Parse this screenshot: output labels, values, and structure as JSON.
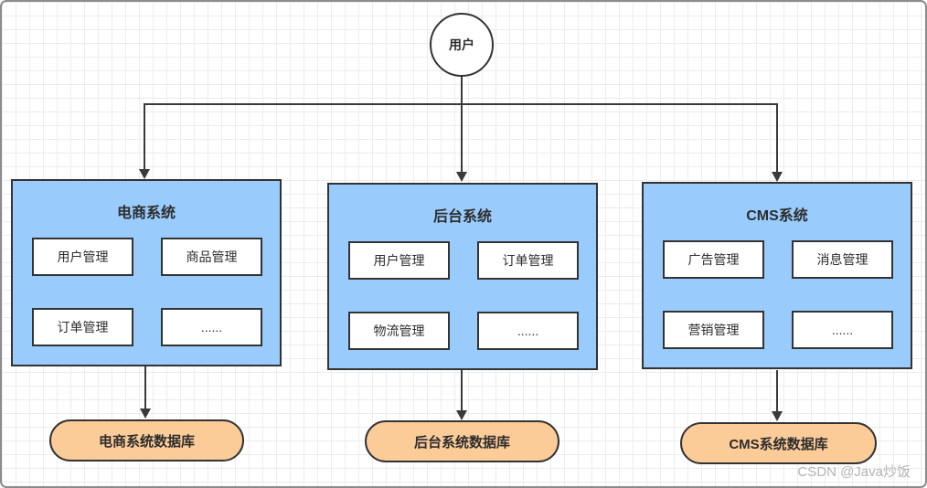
{
  "diagram": {
    "user_node": {
      "label": "用户"
    },
    "systems": [
      {
        "title": "电商系统",
        "modules": [
          "用户管理",
          "商品管理",
          "订单管理",
          "......"
        ],
        "database": "电商系统数据库"
      },
      {
        "title": "后台系统",
        "modules": [
          "用户管理",
          "订单管理",
          "物流管理",
          "......"
        ],
        "database": "后台系统数据库"
      },
      {
        "title": "CMS系统",
        "modules": [
          "广告管理",
          "消息管理",
          "营销管理",
          "......"
        ],
        "database": "CMS系统数据库"
      }
    ],
    "colors": {
      "system_fill": "#99ccfc",
      "database_fill": "#fbcb98",
      "shape_border": "#333333",
      "connector": "#3a3a3a",
      "grid_line": "#ececec",
      "frame_border": "#8c8c8c",
      "watermark_text": "#b4b4b4"
    },
    "watermark": "CSDN @Java炒饭"
  }
}
